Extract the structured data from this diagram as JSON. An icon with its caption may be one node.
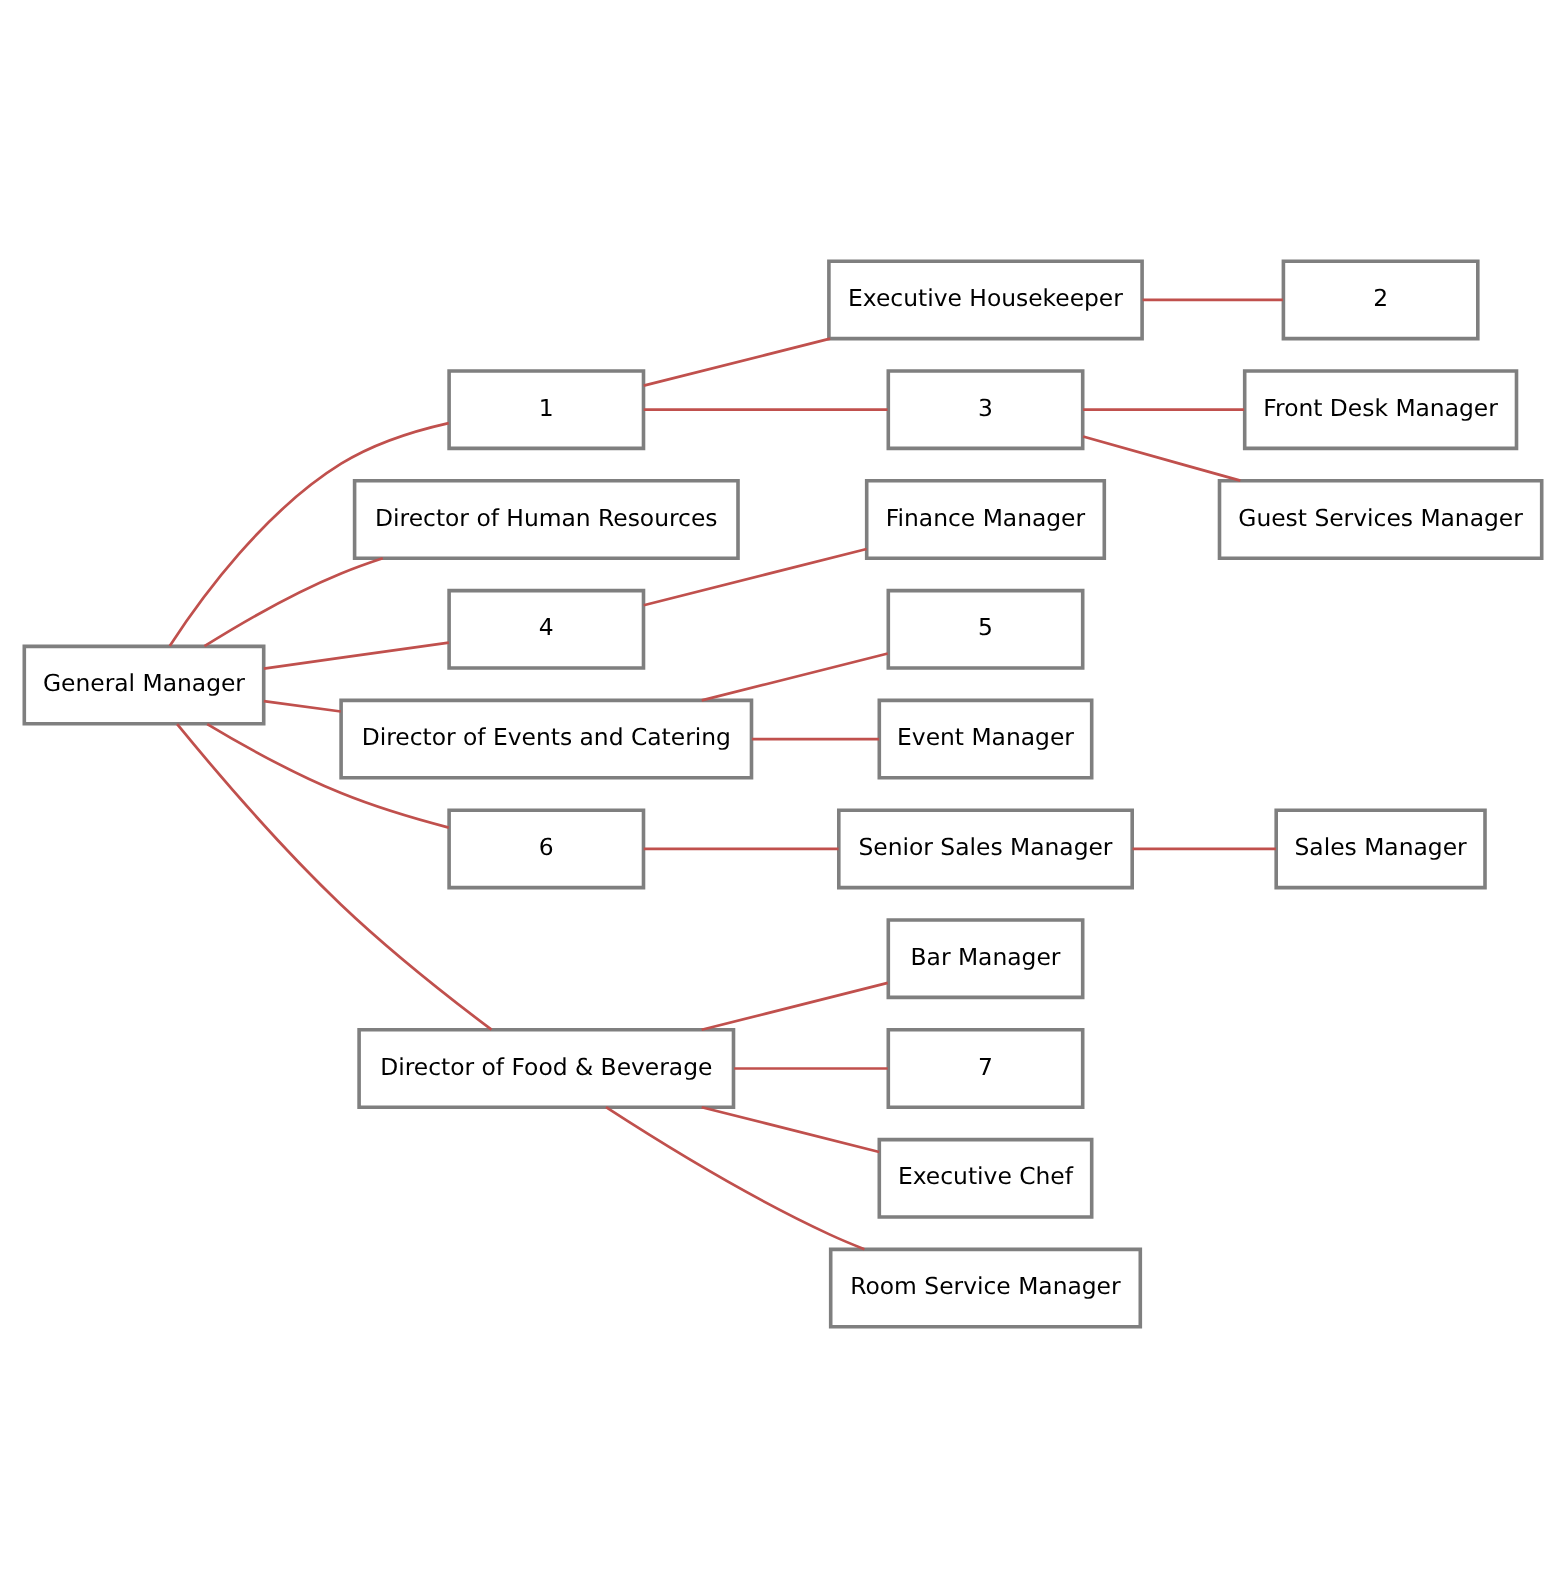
{
  "diagram": {
    "nodes": [
      {
        "text": [
          "1"
        ]
      },
      {
        "text": [
          "Executive Housekeeper"
        ]
      },
      {
        "text": [
          "2"
        ]
      },
      {
        "text": [
          "3"
        ]
      },
      {
        "text": [
          "Front Desk Manager"
        ]
      },
      {
        "text": [
          "Guest Services Manager"
        ]
      },
      {
        "text": [
          "Director of Human Resources"
        ]
      },
      {
        "text": [
          "4"
        ]
      },
      {
        "text": [
          "Finance Manager"
        ]
      },
      {
        "text": [
          "General Manager"
        ]
      },
      {
        "text": [
          "Director of Events and Catering"
        ]
      },
      {
        "text": [
          "5"
        ]
      },
      {
        "text": [
          "Event Manager"
        ]
      },
      {
        "text": [
          "6"
        ]
      },
      {
        "text": [
          "Senior Sales Manager"
        ]
      },
      {
        "text": [
          "Sales Manager"
        ]
      },
      {
        "text": [
          "Director of Food & Beverage"
        ]
      },
      {
        "text": [
          "Bar Manager"
        ]
      },
      {
        "text": [
          "7"
        ]
      },
      {
        "text": [
          "Executive Chef"
        ]
      },
      {
        "text": [
          "Room Service Manager"
        ]
      }
    ],
    "edges": [
      {
        "from": 9,
        "to": 0,
        "arrow": "none"
      },
      {
        "from": 0,
        "to": 1,
        "arrow": "none"
      },
      {
        "from": 0,
        "to": 3,
        "arrow": "none"
      },
      {
        "from": 1,
        "to": 2,
        "arrow": "none"
      },
      {
        "from": 3,
        "to": 4,
        "arrow": "none"
      },
      {
        "from": 3,
        "to": 5,
        "arrow": "none"
      },
      {
        "from": 9,
        "to": 6,
        "arrow": "none"
      },
      {
        "from": 9,
        "to": 7,
        "arrow": "none"
      },
      {
        "from": 7,
        "to": 8,
        "arrow": "none"
      },
      {
        "from": 9,
        "to": 10,
        "arrow": "none"
      },
      {
        "from": 10,
        "to": 11,
        "arrow": "none"
      },
      {
        "from": 10,
        "to": 12,
        "arrow": "none"
      },
      {
        "from": 9,
        "to": 13,
        "arrow": "none"
      },
      {
        "from": 13,
        "to": 14,
        "arrow": "none"
      },
      {
        "from": 14,
        "to": 15,
        "arrow": "none"
      },
      {
        "from": 9,
        "to": 16,
        "arrow": "none"
      },
      {
        "from": 16,
        "to": 17,
        "arrow": "none"
      },
      {
        "from": 16,
        "to": 18,
        "arrow": "none"
      },
      {
        "from": 16,
        "to": 19,
        "arrow": "none"
      },
      {
        "from": 16,
        "to": 20,
        "arrow": "none"
      }
    ]
  }
}
